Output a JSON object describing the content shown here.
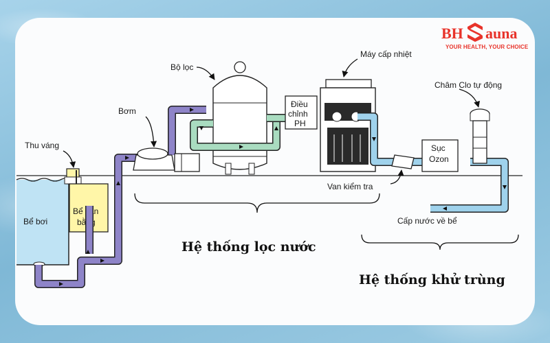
{
  "logo": {
    "brand_left": "BH",
    "brand_right": "auna",
    "tagline": "YOUR HEALTH, YOUR CHOICE"
  },
  "labels": {
    "skimmer": "Thu váng",
    "pump": "Bơm",
    "filter": "Bộ lọc",
    "heater": "Máy cấp nhiệt",
    "chlorinator": "Châm Clo tự động",
    "ph_line1": "Điều",
    "ph_line2": "chỉnh",
    "ph_line3": "PH",
    "ozone_line1": "Sục",
    "ozone_line2": "Ozon",
    "check_valve": "Van kiểm tra",
    "return": "Cấp nước về bể",
    "pool": "Bể bơi",
    "balance_line1": "Bể cân",
    "balance_line2": "bằng",
    "filtration_system": "Hệ thống lọc nước",
    "disinfection_system": "Hệ thống khử trùng"
  },
  "colors": {
    "purple_pipe": "#8e84c8",
    "green_pipe": "#a9dcc0",
    "blue_pipe": "#9fd2ec",
    "pool_water": "#bfe3f4",
    "balance_tank": "#fff6a8",
    "brand_red": "#e8332a"
  }
}
